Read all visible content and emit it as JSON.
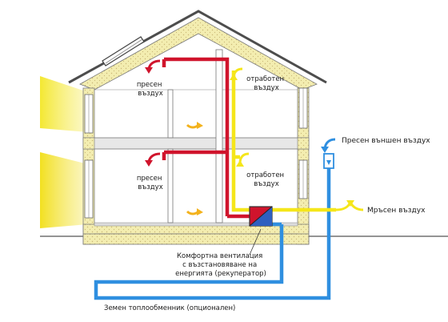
{
  "labels": {
    "fresh_air_upper": [
      "пресен",
      "въздух"
    ],
    "exhaust_air_upper": [
      "отработен",
      "въздух"
    ],
    "fresh_air_lower": [
      "пресен",
      "въздух"
    ],
    "exhaust_air_lower": [
      "отработен",
      "въздух"
    ],
    "fresh_outside_air": "Пресен външен въздух",
    "dirty_air": "Мръсен въздух",
    "unit_caption": [
      "Комфортна вентилация",
      "с възстановяване на",
      "енергията (рекуператор)"
    ],
    "ground_exchanger": "Земен топлообменник (опционален)"
  },
  "colors": {
    "fresh_duct": "#d0142c",
    "exhaust_duct": "#f5e61a",
    "outside_duct": "#2f8fe0",
    "insulation": "#f3edb0",
    "insulation_dots": "#c9b777",
    "roof": "#555555",
    "sun": "#f7ee5a",
    "warm_arrow": "#f3b21c"
  },
  "icons": {
    "heat_recovery_unit": "heat-exchanger-icon",
    "solar_panel": "solar-panel-icon",
    "warm_flow": "warm-air-arrow-icon"
  }
}
